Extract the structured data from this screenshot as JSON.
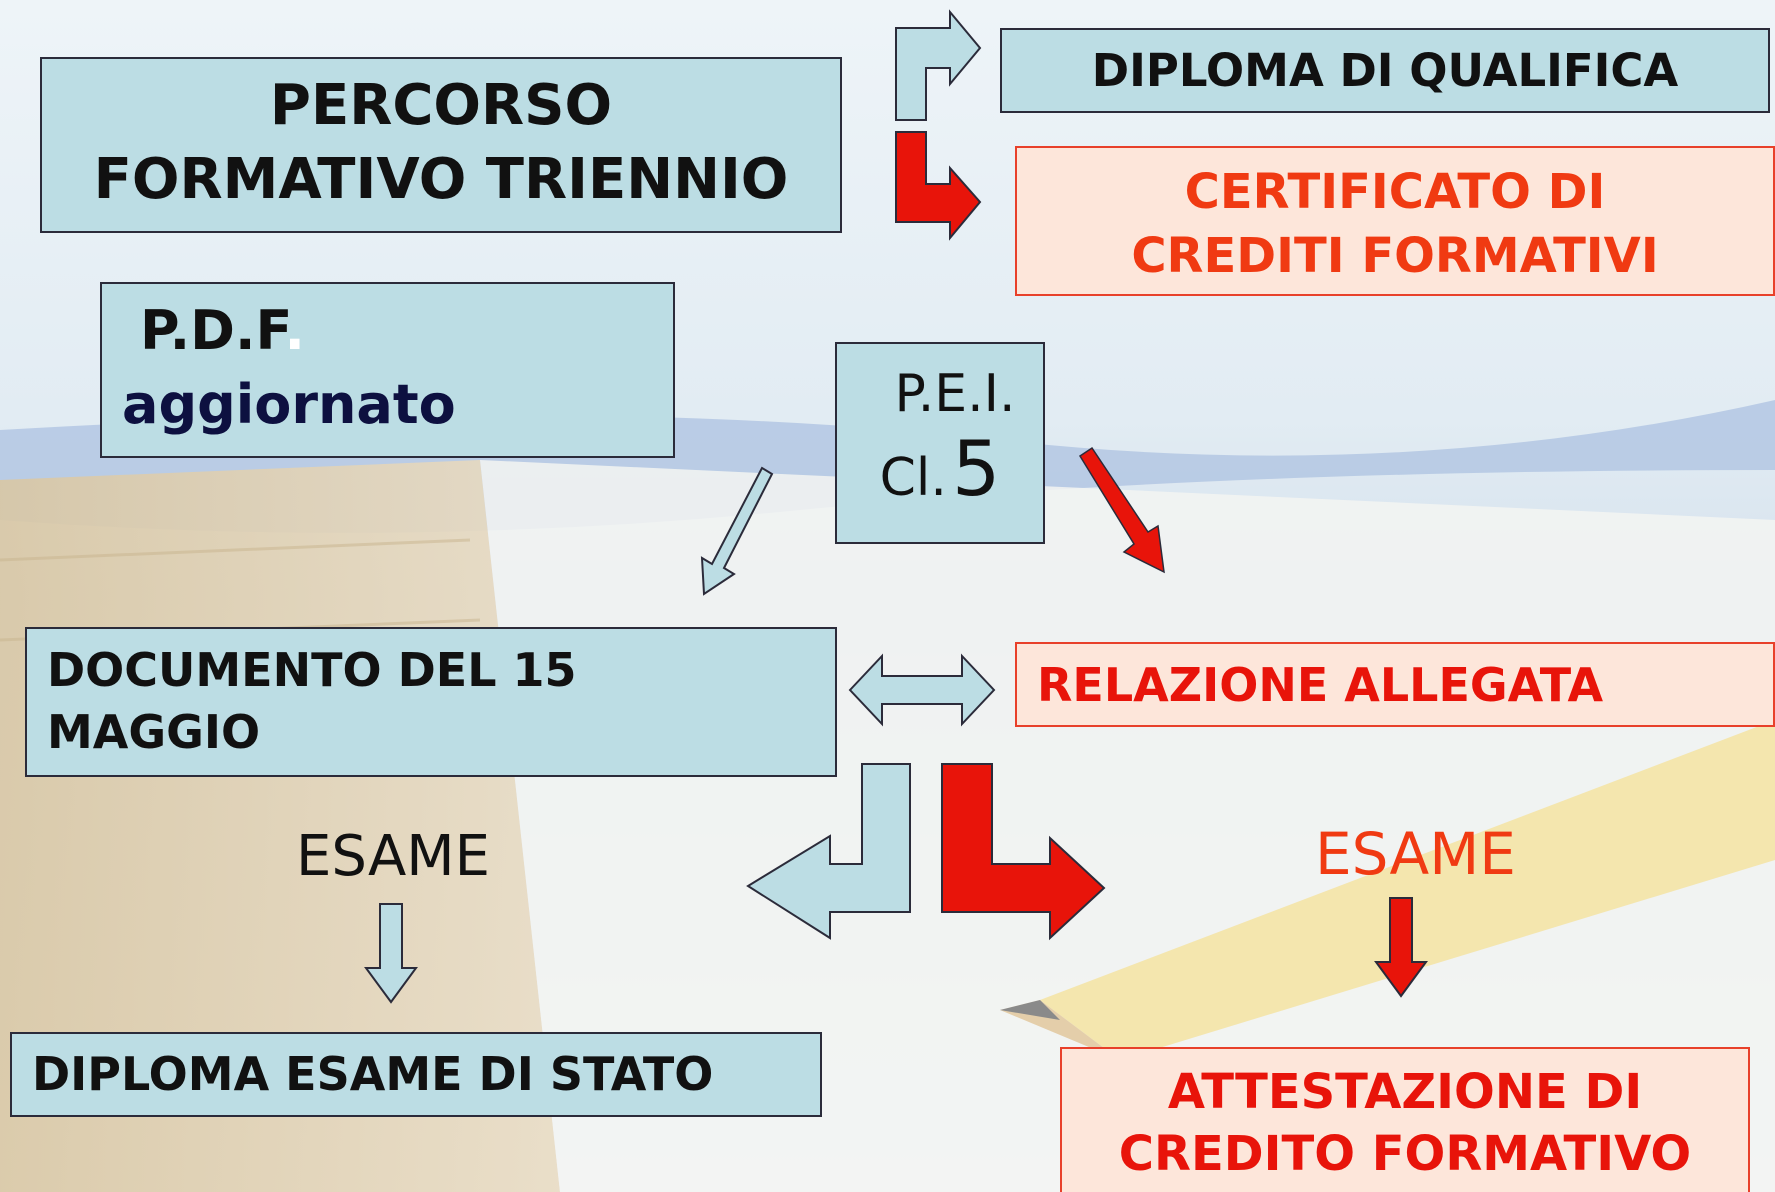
{
  "boxes": {
    "percorso": [
      "PERCORSO",
      "FORMATIVO TRIENNIO"
    ],
    "diploma_qualifica": "DIPLOMA DI QUALIFICA",
    "certificato": [
      "CERTIFICATO DI",
      "CREDITI FORMATIVI"
    ],
    "pdf": {
      "line1": "P.D.F",
      "dot": ".",
      "line2": "aggiornato"
    },
    "pei": {
      "line1": "P.E.I.",
      "line2_prefix": "Cl.",
      "line2_number": "5"
    },
    "documento": [
      "DOCUMENTO DEL 15",
      "MAGGIO"
    ],
    "relazione": "RELAZIONE ALLEGATA",
    "esame_left": "ESAME",
    "esame_right": "ESAME",
    "diploma_stato": "DIPLOMA ESAME DI STATO",
    "attestazione": [
      "ATTESTAZIONE DI",
      "CREDITO FORMATIVO"
    ]
  },
  "colors": {
    "blue_fill": "#bcdde4",
    "pink_fill": "#fde6da",
    "red": "#e8140a",
    "red_text": "#f03a12",
    "navy_text": "#0d1040"
  }
}
